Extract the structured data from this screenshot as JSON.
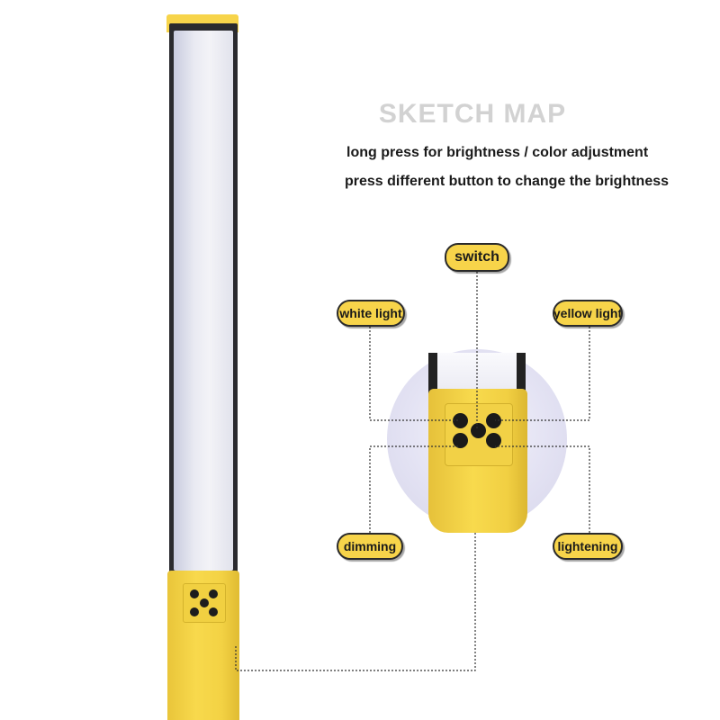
{
  "title": "SKETCH MAP",
  "instructions": [
    "long press for brightness / color adjustment",
    "press different button to change the brightness"
  ],
  "labels": {
    "switch": "switch",
    "white_light": "white light",
    "yellow_light": "yellow light",
    "dimming": "dimming",
    "lightening": "lightening"
  },
  "colors": {
    "accent_yellow": "#f7d44a",
    "title_gray": "#d2d2d2",
    "text_dark": "#1a1a1a"
  }
}
